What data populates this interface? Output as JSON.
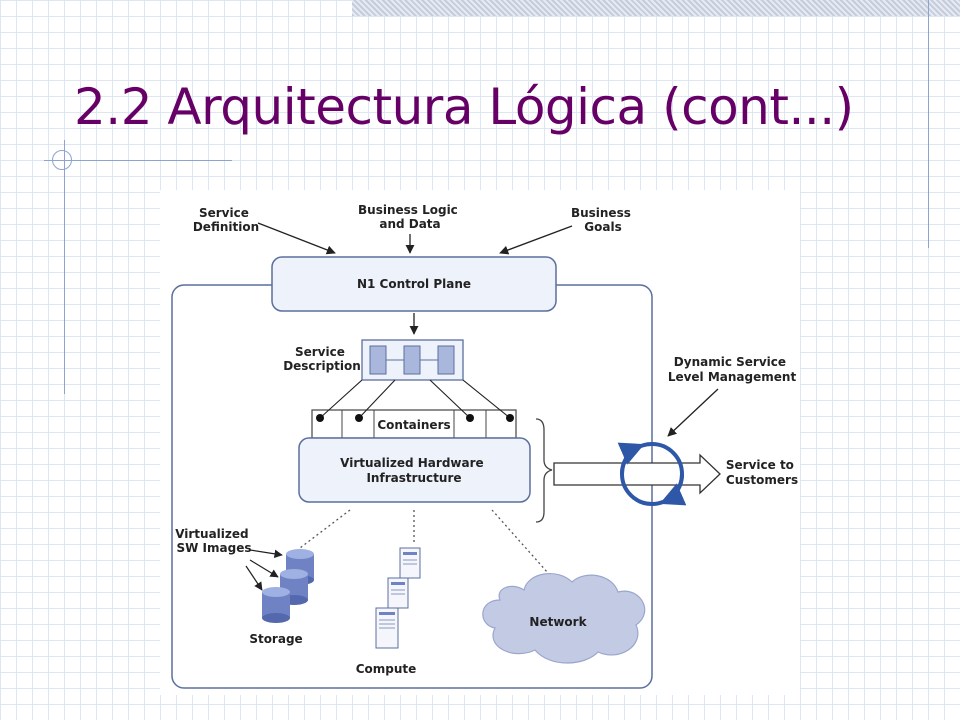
{
  "slide": {
    "title": "2.2 Arquitectura Lógica (cont...)"
  },
  "diagram": {
    "inputs": {
      "service_definition": [
        "Service",
        "Definition"
      ],
      "business_logic": [
        "Business Logic",
        "and Data"
      ],
      "business_goals": [
        "Business",
        "Goals"
      ]
    },
    "control_plane": "N1 Control Plane",
    "service_description": [
      "Service",
      "Description"
    ],
    "containers": "Containers",
    "virtualized_hw": [
      "Virtualized Hardware",
      "Infrastructure"
    ],
    "dynamic_slm": [
      "Dynamic Service",
      "Level Management"
    ],
    "service_to_customers": [
      "Service to",
      "Customers"
    ],
    "sw_images": [
      "Virtualized",
      "SW Images"
    ],
    "storage": "Storage",
    "compute": "Compute",
    "network": "Network"
  },
  "colors": {
    "title": "#660066",
    "box_fill": "#eef2fa",
    "box_stroke": "#5b6f9e",
    "accent_blue": "#2f57a8",
    "disk": "#6f82c4",
    "cloud": "#c3cbe4"
  }
}
